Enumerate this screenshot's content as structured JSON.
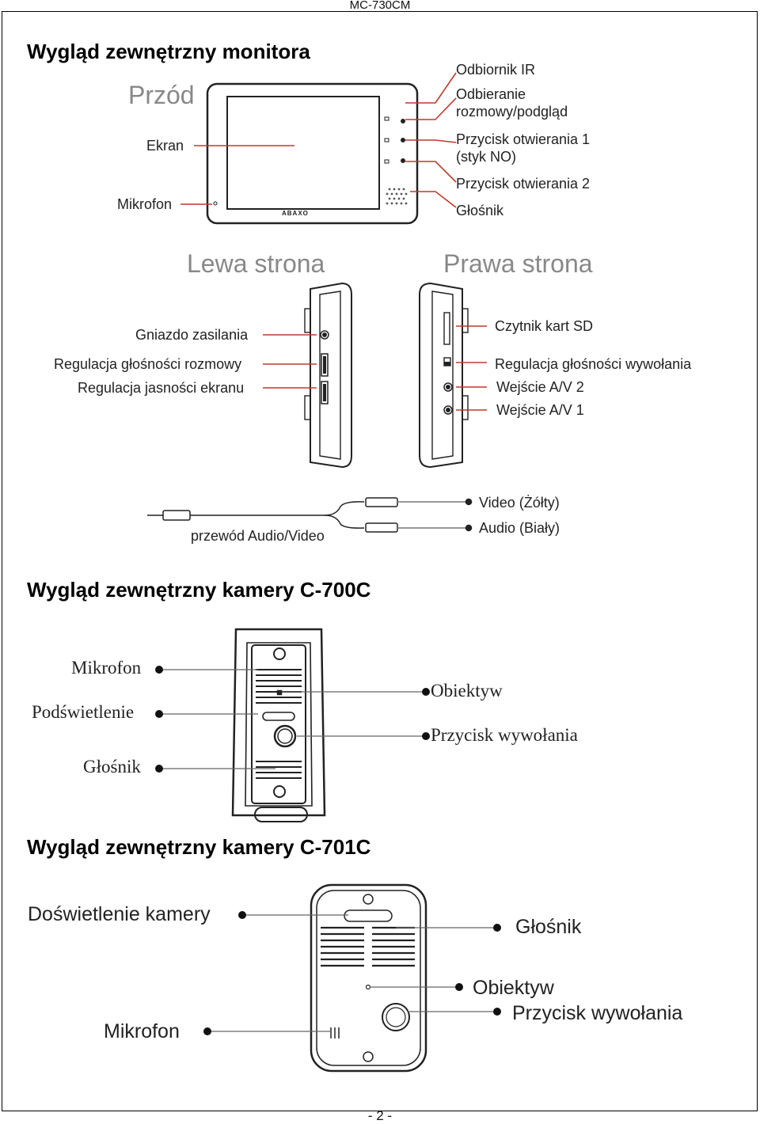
{
  "header": {
    "model": "MC-730CM"
  },
  "sections": {
    "monitor_title": "Wygląd zewnętrzny monitora",
    "camera1_title": "Wygląd zewnętrzny kamery C-700C",
    "camera2_title": "Wygląd zewnętrzny kamery C-701C"
  },
  "monitor": {
    "front_heading": "Przód",
    "screen": "Ekran",
    "microphone": "Mikrofon",
    "ir_receiver": "Odbiornik IR",
    "answer_line1": "Odbieranie",
    "answer_line2": "rozmowy/podgląd",
    "unlock1_line1": "Przycisk otwierania 1",
    "unlock1_line2": "(styk NO)",
    "unlock2": "Przycisk otwierania 2",
    "speaker": "Głośnik",
    "brand": "ABAXO",
    "left_heading": "Lewa strona",
    "right_heading": "Prawa strona",
    "power_socket": "Gniazdo zasilania",
    "talk_volume": "Regulacja głośności rozmowy",
    "brightness": "Regulacja jasności ekranu",
    "sd_reader": "Czytnik kart SD",
    "ring_volume": "Regulacja głośności wywołania",
    "av2": "Wejście A/V 2",
    "av1": "Wejście A/V 1",
    "cable": "przewód Audio/Video",
    "video": "Video (Żółty)",
    "audio": "Audio (Biały)"
  },
  "camera1": {
    "microphone": "Mikrofon",
    "backlight": "Podświetlenie",
    "speaker": "Głośnik",
    "lens": "Obiektyw",
    "call_button": "Przycisk wywołania"
  },
  "camera2": {
    "illumination": "Doświetlenie kamery",
    "speaker": "Głośnik",
    "lens": "Obiektyw",
    "call_button": "Przycisk wywołania",
    "microphone": "Mikrofon"
  },
  "footer": {
    "page": "- 2 -"
  }
}
